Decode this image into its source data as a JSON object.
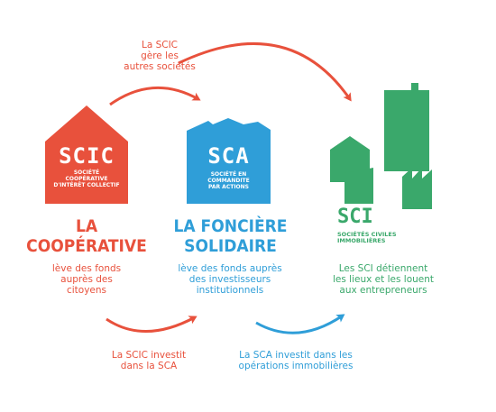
{
  "top_annotation": [
    "La SCIC",
    "gère les",
    "autres sociétés"
  ],
  "scic": {
    "acronym": "SCIC",
    "full_name": [
      "SOCIÉTÉ",
      "COOPÉRATIVE",
      "D'INTÉRÊT COLLECTIF"
    ],
    "title": [
      "LA",
      "COOPÉRATIVE"
    ],
    "description": [
      "lève des fonds",
      "auprès des",
      "citoyens"
    ],
    "color": "#e8513c"
  },
  "sca": {
    "acronym": "SCA",
    "full_name": [
      "SOCIÉTÉ EN",
      "COMMANDITE",
      "PAR ACTIONS"
    ],
    "title": [
      "LA FONCIÈRE",
      "SOLIDAIRE"
    ],
    "description": [
      "lève des fonds auprès",
      "des investisseurs",
      "institutionnels"
    ],
    "color": "#2f9ed8"
  },
  "sci": {
    "acronym": "SCI",
    "full_name": [
      "SOCIÉTÉS CIVILES",
      "IMMOBILIÈRES"
    ],
    "description": [
      "Les SCI détiennent",
      "les lieux et les louent",
      "aux entrepreneurs"
    ],
    "color": "#3aa86b"
  },
  "bottom_left_annotation": [
    "La SCIC investit",
    "dans la SCA"
  ],
  "bottom_right_annotation": [
    "La SCA investit dans les",
    "opérations immobilières"
  ]
}
